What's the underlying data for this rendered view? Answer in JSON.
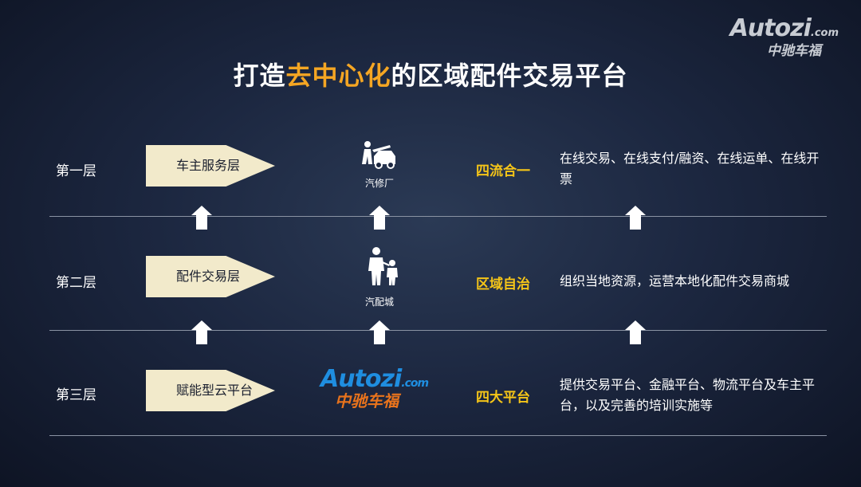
{
  "watermark": {
    "brand": "Autozi",
    "domain": ".com",
    "cn": "中驰车福"
  },
  "title": {
    "before": "打造",
    "highlight": "去中心化",
    "after": "的区域配件交易平台"
  },
  "layers": [
    {
      "label": "第一层",
      "pennant": "车主服务层",
      "icon": "mechanic-car-icon",
      "icon_label": "汽修厂",
      "mid": "四流合一",
      "desc": "在线交易、在线支付/融资、在线运单、在线开票"
    },
    {
      "label": "第二层",
      "pennant": "配件交易层",
      "icon": "parent-child-icon",
      "icon_label": "汽配城",
      "mid": "区域自治",
      "desc": "组织当地资源，运营本地化配件交易商城"
    },
    {
      "label": "第三层",
      "pennant": "赋能型云平台",
      "icon": "autozi-logo",
      "mid": "四大平台",
      "desc": "提供交易平台、金融平台、物流平台及车主平台，以及完善的培训实施等"
    }
  ],
  "logo": {
    "brand": "Autozi",
    "domain": ".com",
    "cn": "中驰车福"
  },
  "colors": {
    "accent": "#f5a623",
    "mid_label": "#f5c518",
    "pennant": "#f2eacb",
    "logo_blue": "#1f8ee0",
    "logo_orange": "#e8731c"
  }
}
